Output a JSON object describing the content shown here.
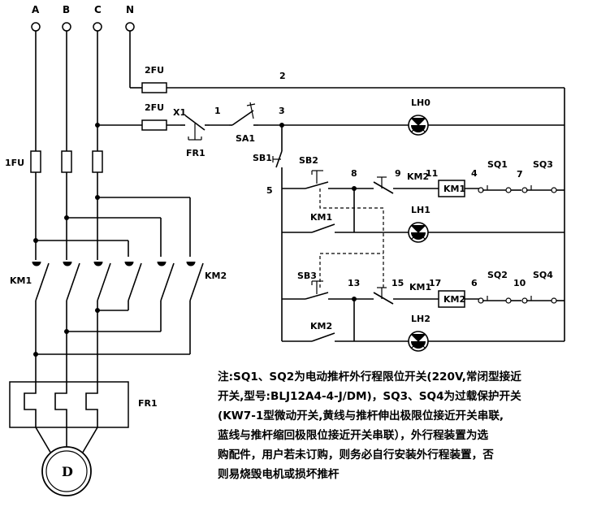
{
  "terminals": [
    "A",
    "B",
    "C",
    "N"
  ],
  "components": {
    "fuse_main": "1FU",
    "fuse_ctrl_top": "2FU",
    "fuse_ctrl": "2FU",
    "terminal_x1": "X1",
    "overload_contact": "FR1",
    "switch_sa1": "SA1",
    "stop_button": "SB1",
    "start_button_1": "SB2",
    "start_button_2": "SB3",
    "contactor_km1": "KM1",
    "contactor_km2": "KM2",
    "lamp_power": "LH0",
    "lamp_1": "LH1",
    "lamp_2": "LH2",
    "limit_sq1": "SQ1",
    "limit_sq2": "SQ2",
    "limit_sq3": "SQ3",
    "limit_sq4": "SQ4",
    "thermal_relay": "FR1",
    "motor": "D",
    "main_km1": "KM1",
    "main_km2": "KM2",
    "aux_km1_hold": "KM1",
    "aux_km2_hold": "KM2",
    "interlock_km2": "KM2",
    "interlock_km1": "KM1",
    "coil_km1": "KM1",
    "coil_km2": "KM2"
  },
  "nodes": [
    "1",
    "2",
    "3",
    "4",
    "5",
    "6",
    "7",
    "8",
    "9",
    "10",
    "11",
    "13",
    "15",
    "17"
  ],
  "note_lines": [
    "注:SQ1、SQ2为电动推杆外行程限位开关(220V,常闭型接近",
    "开关,型号:BLJ12A4-4-J/DM)，SQ3、SQ4为过载保护开关",
    "(KW7-1型微动开关,黄线与推杆伸出极限位接近开关串联,",
    "蓝线与推杆缩回极限位接近开关串联），外行程装置为选",
    "购配件，用户若未订购，则务必自行安装外行程装置，否",
    "则易烧毁电机或损坏推杆"
  ]
}
